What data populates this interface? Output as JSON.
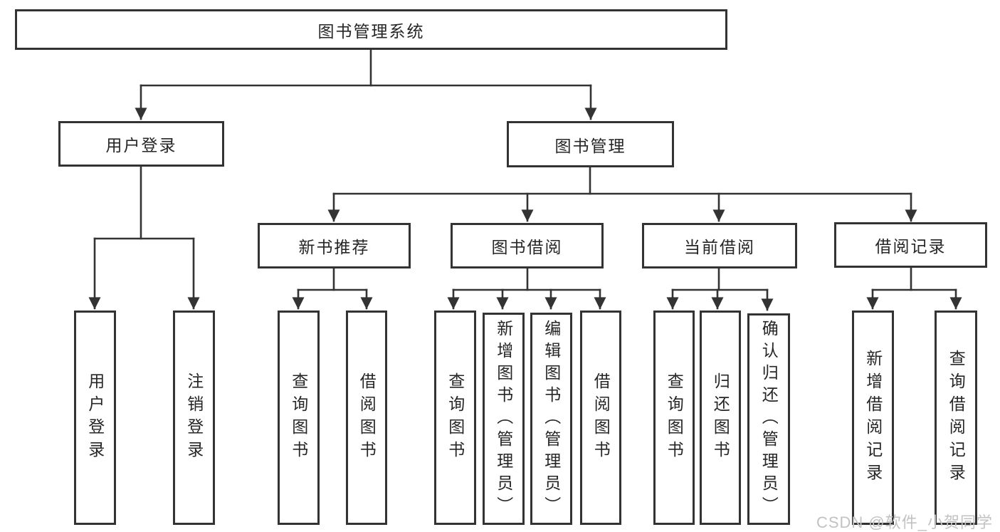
{
  "diagram": {
    "title": "图书管理系统",
    "root": {
      "label": "图书管理系统"
    },
    "level2": [
      {
        "label": "用户登录"
      },
      {
        "label": "图书管理"
      }
    ],
    "level3": [
      {
        "label": "新书推荐",
        "parent": "图书管理"
      },
      {
        "label": "图书借阅",
        "parent": "图书管理"
      },
      {
        "label": "当前借阅",
        "parent": "图书管理"
      },
      {
        "label": "借阅记录",
        "parent": "图书管理"
      }
    ],
    "leaves": [
      {
        "label": "用户登录",
        "parent": "用户登录"
      },
      {
        "label": "注销登录",
        "parent": "用户登录"
      },
      {
        "label": "查询图书",
        "parent": "新书推荐"
      },
      {
        "label": "借阅图书",
        "parent": "新书推荐"
      },
      {
        "label": "查询图书",
        "parent": "图书借阅"
      },
      {
        "label": "新增图书（管理员）",
        "parent": "图书借阅"
      },
      {
        "label": "编辑图书（管理员）",
        "parent": "图书借阅"
      },
      {
        "label": "借阅图书",
        "parent": "图书借阅"
      },
      {
        "label": "查询图书",
        "parent": "当前借阅"
      },
      {
        "label": "归还图书",
        "parent": "当前借阅"
      },
      {
        "label": "确认归还（管理员）",
        "parent": "当前借阅"
      },
      {
        "label": "新增借阅记录",
        "parent": "借阅记录"
      },
      {
        "label": "查询借阅记录",
        "parent": "借阅记录"
      }
    ]
  },
  "watermark": {
    "text": "CSDN @软件_小贺同学"
  },
  "colors": {
    "line": "#333333",
    "text": "#262626",
    "watermark": "#c2c2c2",
    "background": "#ffffff"
  }
}
